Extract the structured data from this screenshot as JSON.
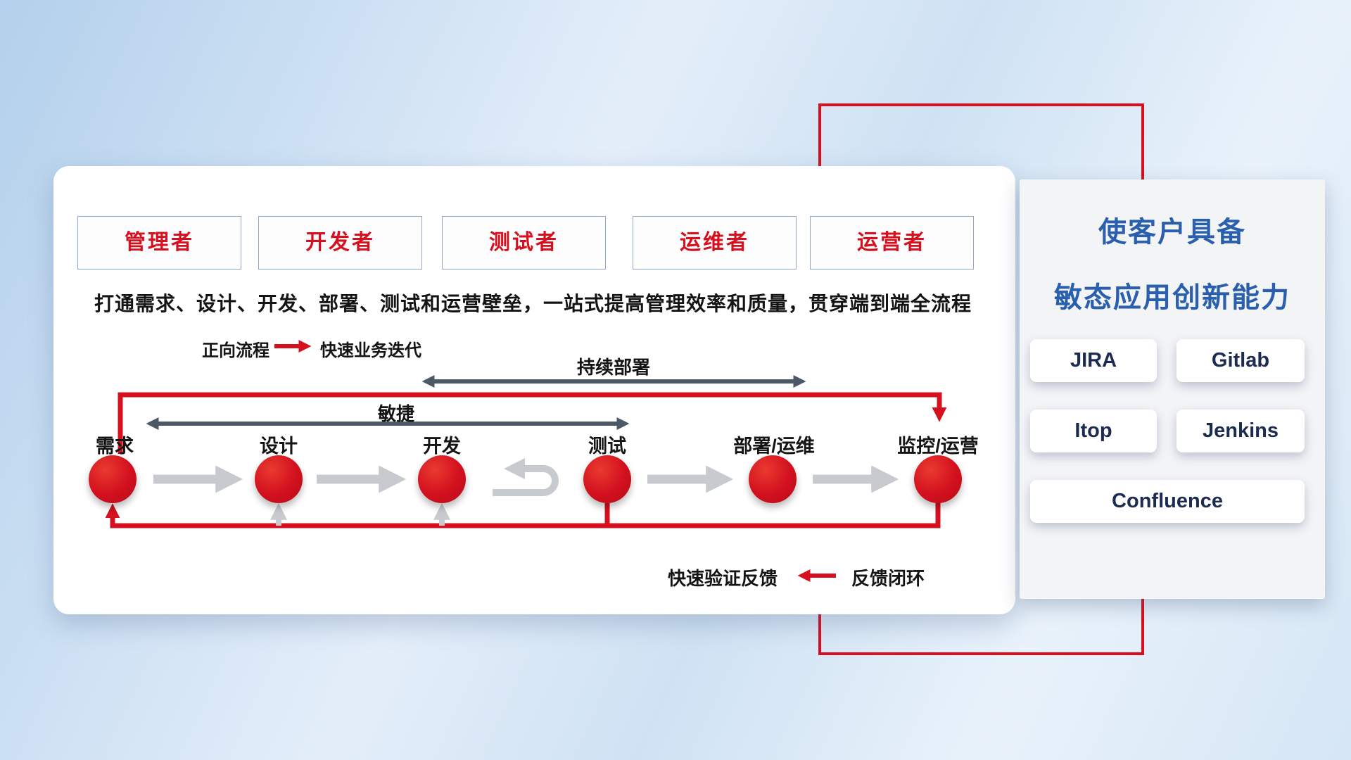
{
  "colors": {
    "accent_red": "#d6101f",
    "title_blue": "#2a5fae",
    "tool_text_navy": "#1c2b50",
    "dark_arrow": "#4d5866",
    "gray_arrow": "#c7cbd0"
  },
  "main_panel": {
    "roles": [
      "管理者",
      "开发者",
      "测试者",
      "运维者",
      "运营者"
    ],
    "subtitle": "打通需求、设计、开发、部署、测试和运营壁垒，一站式提高管理效率和质量，贯穿端到端全流程",
    "legend_forward_label": "正向流程",
    "legend_forward_desc": "快速业务迭代",
    "continuous_deploy_label": "持续部署",
    "agile_label": "敏捷",
    "stages": [
      "需求",
      "设计",
      "开发",
      "测试",
      "部署/运维",
      "监控/运营"
    ],
    "legend_feedback_label": "快速验证反馈",
    "legend_feedback_desc": "反馈闭环"
  },
  "right_panel": {
    "title_line1": "使客户具备",
    "title_line2": "敏态应用创新能力",
    "tools": [
      "JIRA",
      "Gitlab",
      "Itop",
      "Jenkins",
      "Confluence"
    ]
  }
}
